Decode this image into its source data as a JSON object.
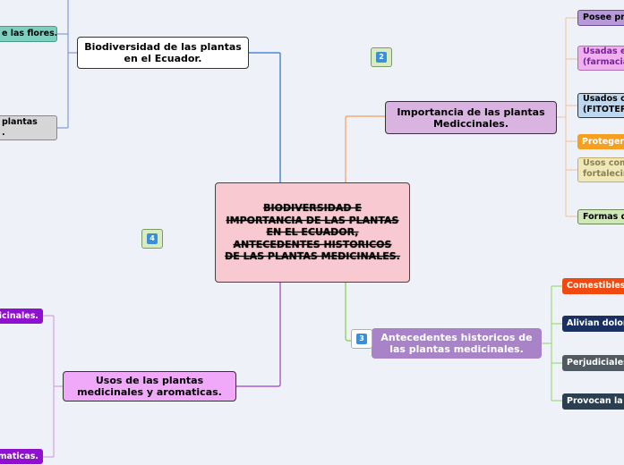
{
  "central": {
    "label": "BIODIVERSIDAD E IMPORTANCIA DE LAS PLANTAS EN EL ECUADOR, ANTECEDENTES HISTORICOS DE LAS PLANTAS MEDICINALES."
  },
  "topics": {
    "biodiversidad": {
      "label": "Biodiversidad de las plantas en el Ecuador."
    },
    "importancia": {
      "label": "Importancia de las plantas Mediccinales."
    },
    "antecedentes": {
      "label": "Antecedentes historicos de las plantas medicinales."
    },
    "usos": {
      "label": "Usos de las plantas medicinales y aromaticas."
    }
  },
  "subtopics": {
    "flores": "e las flores.",
    "plantas_line1": "plantas",
    "plantas_line2": ".",
    "posee": "Posee pro",
    "usadas_line1": "Usadas en",
    "usadas_line2": "(farmacia",
    "usados_line1": "Usados co",
    "usados_line2": "(FITOTER",
    "proteger": "Proteger l",
    "usos_com_line1": "Usos com",
    "usos_com_line2": "fortalecim",
    "formas": "Formas de",
    "comestibles": "Comestibles.",
    "alivian": "Alivian dolor",
    "perjudiciales": "Perjudiciales",
    "provocan": "Provocan la r",
    "medicinales": "icinales.",
    "aromaticas": "maticas."
  },
  "badges": {
    "b2": "2",
    "b3": "3",
    "b4": "4"
  },
  "colors": {
    "background": "#eef1f8",
    "central_fill": "#f8c9d0",
    "branch_blue": "#2f6fd0",
    "branch_orange": "#f0a060",
    "branch_green": "#7fd040",
    "branch_purple": "#a040c0"
  }
}
